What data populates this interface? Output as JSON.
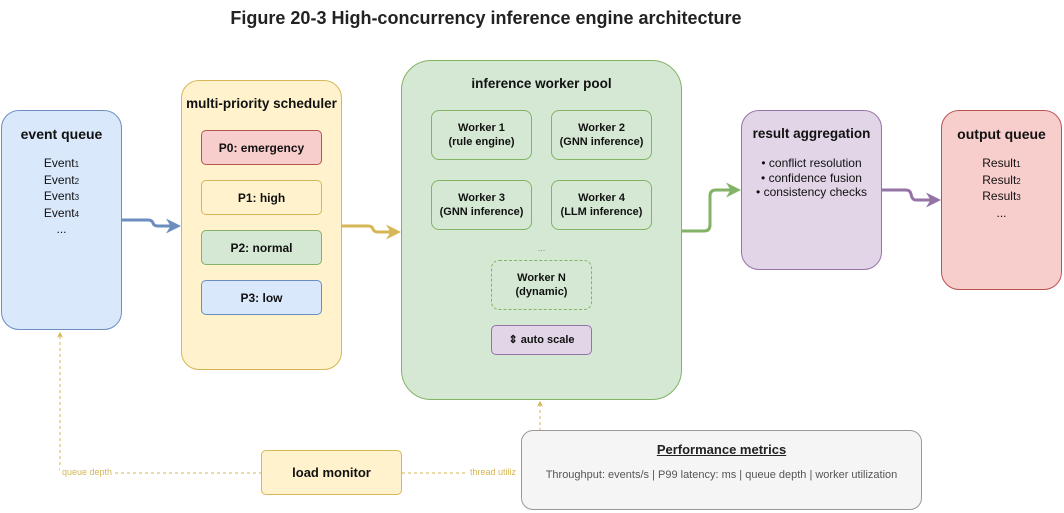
{
  "title": "Figure 20-3 High-concurrency inference engine architecture",
  "colors": {
    "blue": "#6c8ebf",
    "blue_fill": "#dae8fc",
    "yellow": "#d6b656",
    "yellow_fill": "#fff2cc",
    "green": "#82b366",
    "green_fill": "#d5e8d4",
    "purple": "#9673a6",
    "purple_fill": "#e1d5e7",
    "red": "#b85450",
    "red_fill": "#f8cecc",
    "gray": "#999999",
    "gray_fill": "#f5f5f5"
  },
  "event_queue": {
    "title": "event queue",
    "items": [
      "Event",
      "Event",
      "Event",
      "Event"
    ],
    "subscripts": [
      "1",
      "2",
      "3",
      "4"
    ],
    "ellipsis": "..."
  },
  "scheduler": {
    "title": "multi-priority scheduler",
    "priorities": [
      {
        "label": "P0: emergency"
      },
      {
        "label": "P1: high"
      },
      {
        "label": "P2: normal"
      },
      {
        "label": "P3: low"
      }
    ]
  },
  "worker_pool": {
    "title": "inference worker pool",
    "workers": [
      {
        "name": "Worker 1",
        "role": "(rule engine)"
      },
      {
        "name": "Worker 2",
        "role": "(GNN inference)"
      },
      {
        "name": "Worker 3",
        "role": "(GNN inference)"
      },
      {
        "name": "Worker 4",
        "role": "(LLM inference)"
      }
    ],
    "ellipsis": "...",
    "dynamic_worker": {
      "name": "Worker N",
      "role": "(dynamic)"
    },
    "auto_scale": {
      "icon": "up-down-arrow-icon",
      "glyph": "⇕",
      "label": "auto scale"
    }
  },
  "aggregation": {
    "title": "result aggregation",
    "bullets": [
      "• conflict resolution",
      "• confidence fusion",
      "• consistency checks"
    ]
  },
  "output_queue": {
    "title": "output queue",
    "items": [
      "Result",
      "Result",
      "Result"
    ],
    "subscripts": [
      "1",
      "2",
      "3"
    ],
    "ellipsis": "..."
  },
  "load_monitor": {
    "label": "load monitor",
    "edge_labels": {
      "queue_depth": "queue depth",
      "thread_util": "thread utiliz"
    }
  },
  "metrics": {
    "title": "Performance metrics",
    "text": "Throughput: events/s | P99 latency: ms | queue depth | worker utilization"
  }
}
